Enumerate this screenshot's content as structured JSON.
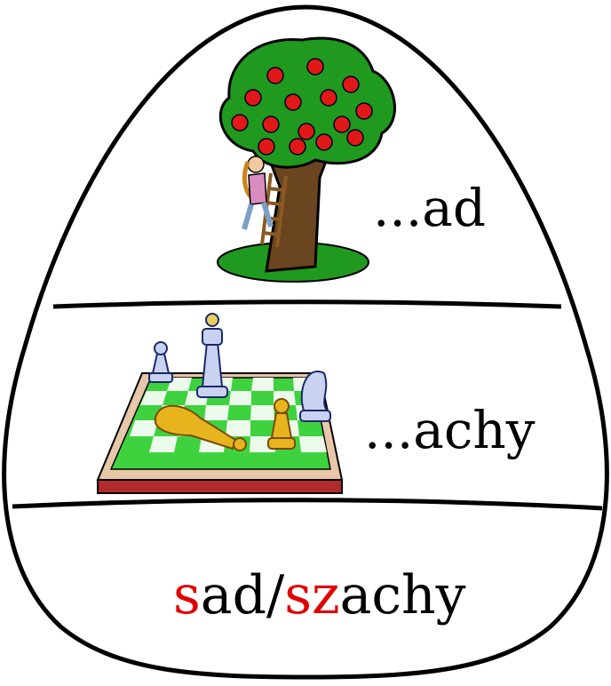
{
  "words": {
    "first": "...ad",
    "second": "...achy"
  },
  "answer": {
    "part1_letter": "s",
    "part1_rest": "ad",
    "separator": "/",
    "part2_letters": "sz",
    "part2_rest": "achy"
  },
  "colors": {
    "outline": "#000000",
    "highlight": "#e00000",
    "tree_foliage": "#1f9a1f",
    "apple": "#e01818",
    "trunk": "#6b4420",
    "board_green": "#3fd23f",
    "board_frame": "#b02b2b",
    "piece_blue": "#c9d2f0",
    "piece_gold": "#e8b41e"
  },
  "icons": [
    "apple-tree-icon",
    "chess-board-icon"
  ]
}
